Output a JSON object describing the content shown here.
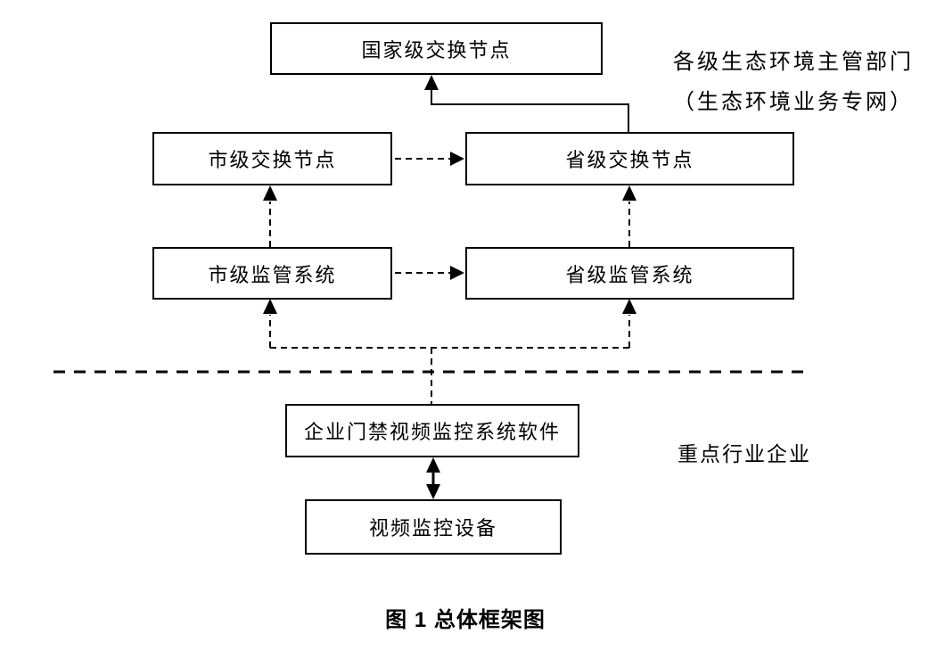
{
  "diagram": {
    "boxes": {
      "national": "国家级交换节点",
      "city_exchange": "市级交换节点",
      "provincial_exchange": "省级交换节点",
      "city_supervision": "市级监管系统",
      "provincial_supervision": "省级监管系统",
      "enterprise_software": "企业门禁视频监控系统软件",
      "video_equipment": "视频监控设备"
    },
    "labels": {
      "gov_line1": "各级生态环境主管部门",
      "gov_line2": "（生态环境业务专网）",
      "enterprise_zone": "重点行业企业"
    },
    "caption": "图 1 总体框架图",
    "colors": {
      "line": "#000000",
      "background": "#ffffff"
    }
  }
}
